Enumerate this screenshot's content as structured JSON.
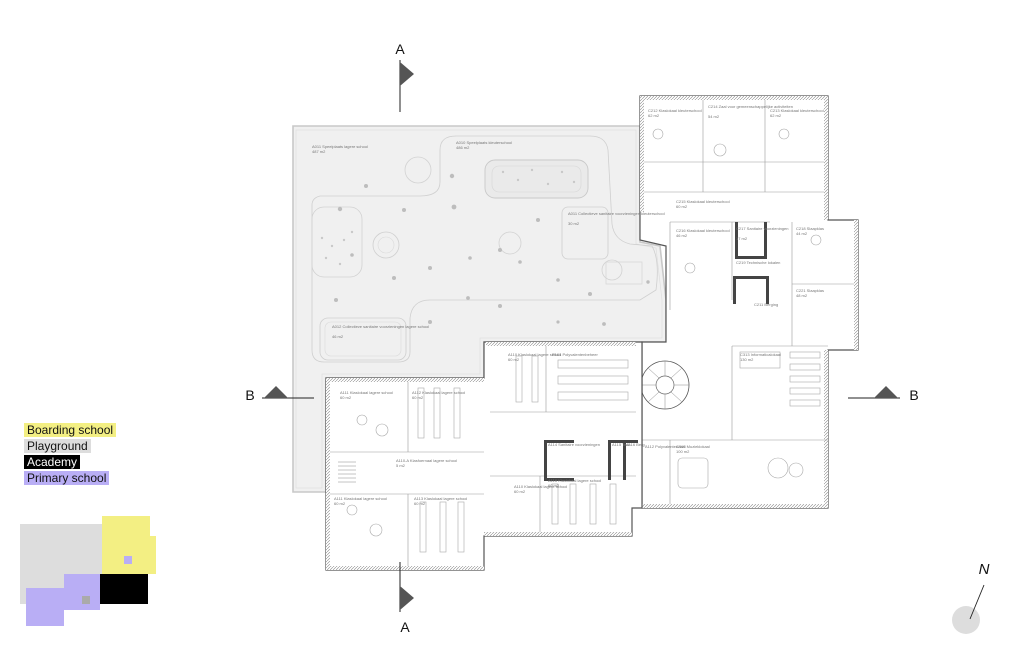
{
  "legend": [
    {
      "label": "Boarding school",
      "color": "#f3ef83"
    },
    {
      "label": "Playground",
      "color": "#dddddd"
    },
    {
      "label": "Academy",
      "color": "#000000"
    },
    {
      "label": "Primary school",
      "color": "#b9aef5"
    }
  ],
  "sections": {
    "a_top": "A",
    "a_bottom": "A",
    "b_left": "B",
    "b_right": "B"
  },
  "compass": {
    "label": "N"
  },
  "rooms": {
    "r1": {
      "name": "A011 Speelplaats lagere school",
      "area": "487 m2"
    },
    "r2": {
      "name": "A010 Speelplaats kleuterschool",
      "area": "486 m2"
    },
    "r3": {
      "name": "A011 Collectieve sanitaire voorzieningen kleuterschool",
      "area": "30 m2"
    },
    "r4": {
      "name": "A012 Collectieve sanitaire voorzieningen lagere school",
      "area": "46 m2"
    },
    "r5": {
      "name": "C212 Klaslokaal kleuterschool",
      "area": "62 m2"
    },
    "r6": {
      "name": "C214 Zaal voor gemeenschappelijke activiteiten",
      "area": "54 m2"
    },
    "r7": {
      "name": "C213 Klaslokaal kleuterschool",
      "area": "62 m2"
    },
    "r8": {
      "name": "C215 Klaslokaal kleuterschool",
      "area": "60 m2"
    },
    "r9": {
      "name": "C215 Klaslokaal kleuterschool",
      "area": "60 m2"
    },
    "r10": {
      "name": "C216 Klaslokaal kleuterschool",
      "area": "46 m2"
    },
    "r11": {
      "name": "C217 Sanitaire voorzieningen",
      "area": "17 m2"
    },
    "r12": {
      "name": "C218 Slaapklas",
      "area": "44 m2"
    },
    "r13": {
      "name": "C219 Technische lokalen",
      "area": ""
    },
    "r14": {
      "name": "C221 Slaapklas",
      "area": "48 m2"
    },
    "r15": {
      "name": "A111 Klaslokaal lagere school",
      "area": "60 m2"
    },
    "r16": {
      "name": "C211 Berging",
      "area": ""
    },
    "r17": {
      "name": "A112 Klaslokaal lagere school",
      "area": "60 m2"
    },
    "r18": {
      "name": "A110 Klaslokaal lagere school",
      "area": "60 m2"
    },
    "r19": {
      "name": "A111 Klaslokaal lagere school",
      "area": "60 m2"
    },
    "r20": {
      "name": "A113 Klaslokaal lagere school",
      "area": "60 m2"
    },
    "r21": {
      "name": "B101 Polyvalentenbeheer",
      "area": ""
    },
    "r22": {
      "name": "A110 Klaslokaal lagere school",
      "area": "60 m2"
    },
    "r23": {
      "name": "A110-A Klasfoernaal lagere school",
      "area": "5 m2"
    },
    "r24": {
      "name": "A114 Sanitaire voorzieningen",
      "area": ""
    },
    "r25": {
      "name": "A115 Tech.",
      "area": ""
    },
    "r26": {
      "name": "A116 Berg.",
      "area": ""
    },
    "r27": {
      "name": "A112 Polyvalentenzaal",
      "area": ""
    },
    "r28": {
      "name": "C313 Informaticalokaal",
      "area": "130 m2"
    },
    "r29": {
      "name": "C315 Muzieklokaal",
      "area": "100 m2"
    },
    "r30": {
      "name": "A116 Klaslokaal lagere school",
      "area": "60 m2"
    }
  }
}
